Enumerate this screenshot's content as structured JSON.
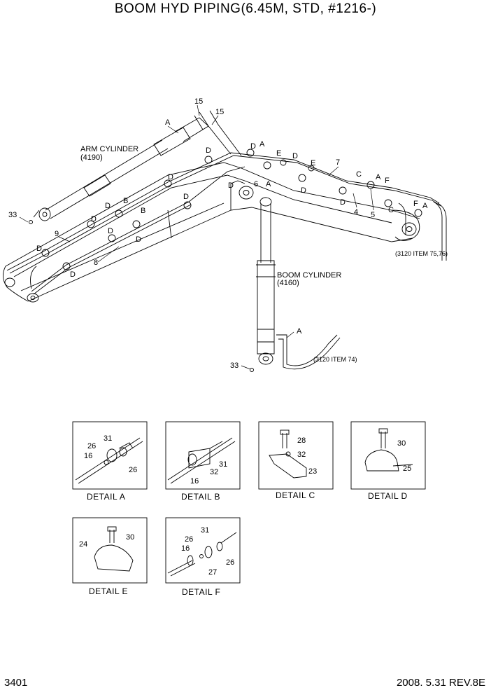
{
  "title": "BOOM HYD PIPING(6.45M, STD, #1216-)",
  "page_number": "3401",
  "revision": "2008. 5.31  REV.8E",
  "labels": {
    "arm_cyl_1": "ARM CYLINDER",
    "arm_cyl_2": "(4190)",
    "boom_cyl_1": "BOOM CYLINDER",
    "boom_cyl_2": "(4160)",
    "ref_75_76": "(3120 ITEM 75,76)",
    "ref_74": "(3120 ITEM 74)"
  },
  "callouts": {
    "c15a": "15",
    "c15b": "15",
    "cA1": "A",
    "cD1": "D",
    "cD2": "D",
    "cD3": "D",
    "cDA_D": "D",
    "cDA_A": "A",
    "cE1": "E",
    "cD4": "D",
    "cE2": "E",
    "c7": "7",
    "c6": "6",
    "cA2": "A",
    "cD5": "D",
    "cC1": "C",
    "cA3": "A",
    "cF1": "F",
    "cD6": "D",
    "c4": "4",
    "c5": "5",
    "cC2": "C",
    "cF2": "F",
    "cA4": "A",
    "c33a": "33",
    "cD7": "D",
    "cB1": "B",
    "cB2": "B",
    "cD8": "D",
    "c9": "9",
    "cD9": "D",
    "cD10": "D",
    "c8": "8",
    "cD11": "D",
    "cD12": "D",
    "cA5": "A",
    "c33b": "33"
  },
  "details": {
    "A": {
      "caption": "DETAIL  A",
      "n31": "31",
      "n26a": "26",
      "n16": "16",
      "n26b": "26"
    },
    "B": {
      "caption": "DETAIL  B",
      "n31": "31",
      "n16": "16",
      "n32": "32"
    },
    "C": {
      "caption": "DETAIL  C",
      "n28": "28",
      "n32": "32",
      "n23": "23"
    },
    "D": {
      "caption": "DETAIL  D",
      "n30": "30",
      "n25": "25"
    },
    "E": {
      "caption": "DETAIL  E",
      "n24": "24",
      "n30": "30"
    },
    "F": {
      "caption": "DETAIL  F",
      "n31": "31",
      "n26a": "26",
      "n16": "16",
      "n26b": "26",
      "n27": "27"
    }
  }
}
